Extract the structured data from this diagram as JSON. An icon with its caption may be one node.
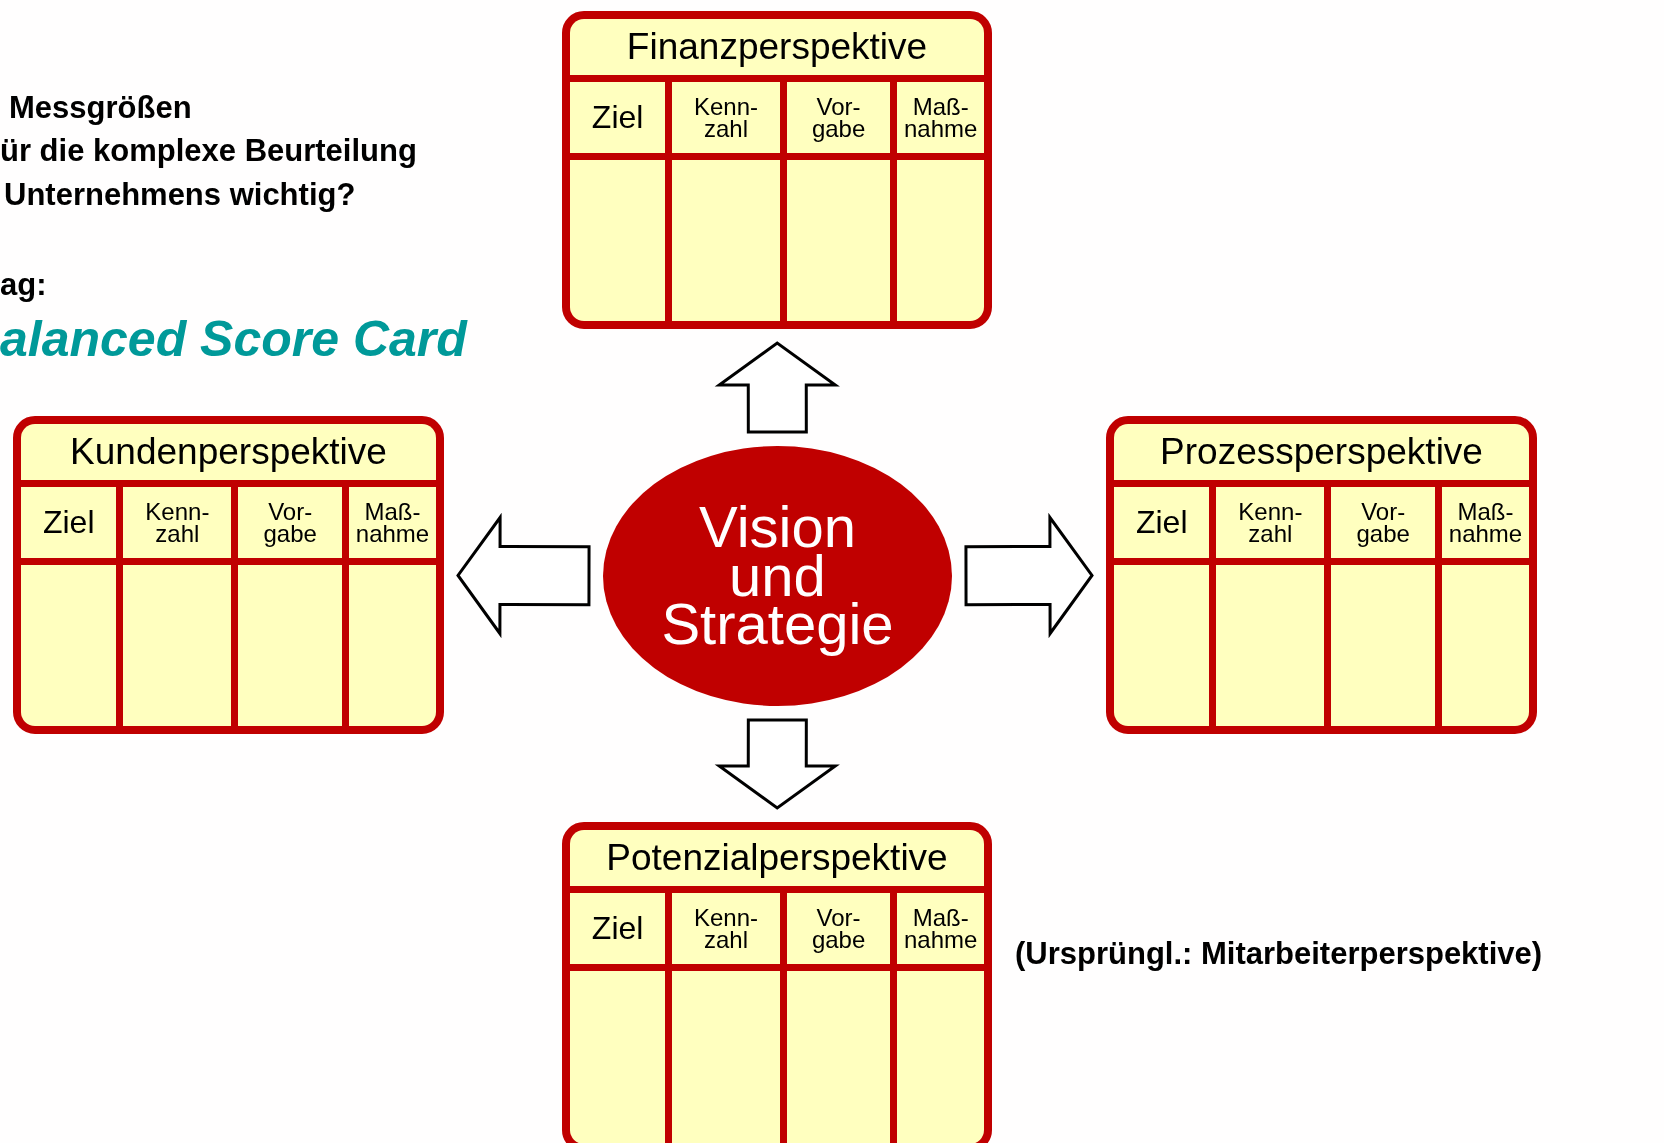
{
  "diagram": {
    "nodes": [
      {
        "text": [
          "Finanzperspektive",
          "Ziel",
          "Kenn- zahl",
          "Vor- gabe",
          "Maß- nahme"
        ]
      },
      {
        "text": [
          "Kundenperspektive",
          "Ziel",
          "Kenn- zahl",
          "Vor- gabe",
          "Maß- nahme"
        ]
      },
      {
        "text": [
          "Vision und Strategie"
        ]
      },
      {
        "text": [
          "Prozessperspektive",
          "Ziel",
          "Kenn- zahl",
          "Vor- gabe",
          "Maß- nahme"
        ]
      },
      {
        "text": [
          "Potenzialperspektive",
          "Ziel",
          "Kenn- zahl",
          "Vor- gabe",
          "Maß- nahme"
        ],
        "beside": [
          "(Ursprüngl.: Mitarbeiterperspektive)"
        ]
      }
    ],
    "edges": [
      {
        "from": 2,
        "to": 0,
        "arrow": "to"
      },
      {
        "from": 2,
        "to": 1,
        "arrow": "to"
      },
      {
        "from": 2,
        "to": 3,
        "arrow": "to"
      },
      {
        "from": 2,
        "to": 4,
        "arrow": "to"
      }
    ],
    "labels": [
      "Messgrößen",
      "ür die komplexe Beurteilung",
      "Unternehmens wichtig?",
      "ag:",
      "alanced Score Card"
    ]
  }
}
